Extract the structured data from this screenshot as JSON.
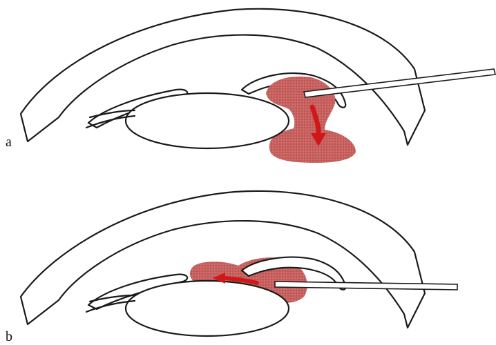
{
  "panels": [
    {
      "label": "a",
      "arrow_direction": "down"
    },
    {
      "label": "b",
      "arrow_direction": "left"
    }
  ],
  "colors": {
    "viscoelastic": "#c8605e",
    "arrow": "#d01818",
    "line": "#1a1a1a",
    "background": "#ffffff"
  }
}
